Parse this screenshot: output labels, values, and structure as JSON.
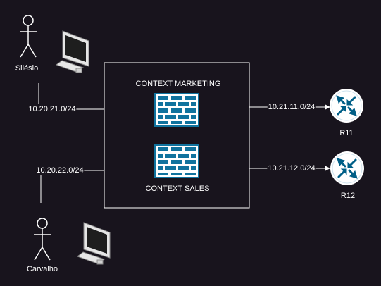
{
  "users": [
    {
      "name": "Silésio",
      "network": "10.20.21.0/24"
    },
    {
      "name": "Carvalho",
      "network": "10.20.22.0/24"
    }
  ],
  "contexts": [
    {
      "name": "CONTEXT MARKETING"
    },
    {
      "name": "CONTEXT SALES"
    }
  ],
  "routers": [
    {
      "name": "R11",
      "network": "10.21.11.0/24"
    },
    {
      "name": "R12",
      "network": "10.21.12.0/24"
    }
  ],
  "colors": {
    "background": "#18141d",
    "stroke": "#ffffff",
    "firewall": "#10739e",
    "router": "#005f87",
    "monitor": "#8a8a8a"
  }
}
